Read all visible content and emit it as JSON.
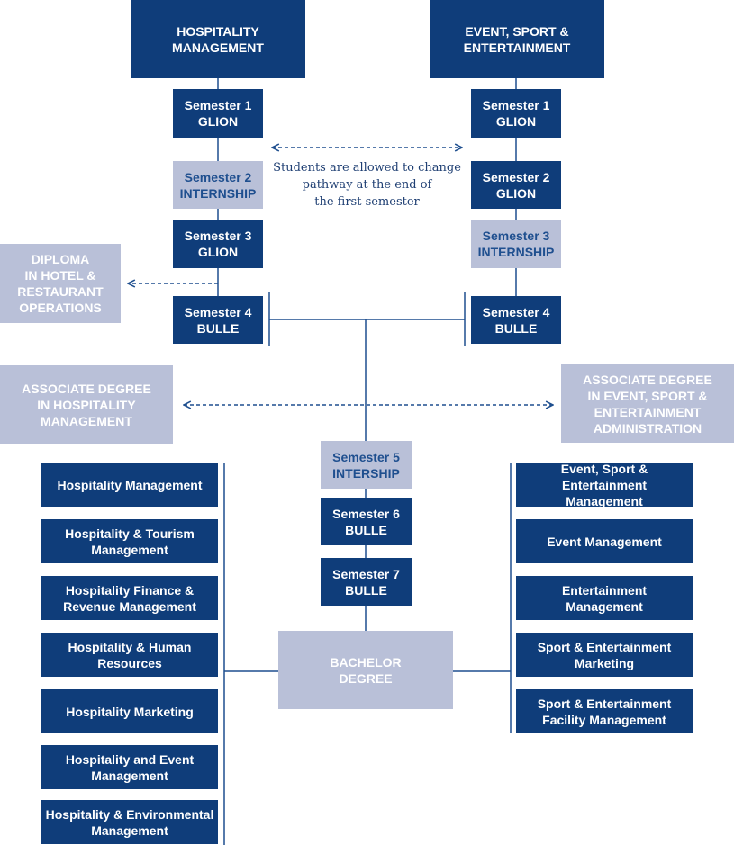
{
  "colors": {
    "dark_box": "#0f3d7a",
    "light_box": "#b9c0d8",
    "line": "#1f4f8f",
    "white": "#ffffff"
  },
  "pathways": {
    "hospitality": "HOSPITALITY\nMANAGEMENT",
    "event_sport": "EVENT, SPORT &\nENTERTAINMENT"
  },
  "hospitality_semesters": [
    {
      "label": "Semester 1\nGLION"
    },
    {
      "label": "Semester 2\nINTERNSHIP"
    },
    {
      "label": "Semester 3\nGLION"
    },
    {
      "label": "Semester 4\nBULLE"
    }
  ],
  "event_semesters": [
    {
      "label": "Semester 1\nGLION"
    },
    {
      "label": "Semester 2\nGLION"
    },
    {
      "label": "Semester 3\nINTERNSHIP"
    },
    {
      "label": "Semester 4\nBULLE"
    }
  ],
  "change_note": "Students are allowed to change\npathway at the end of\nthe first semester",
  "diploma": "DIPLOMA\nIN HOTEL &\nRESTAURANT\nOPERATIONS",
  "associate_left": "ASSOCIATE DEGREE\nIN HOSPITALITY\nMANAGEMENT",
  "associate_right": "ASSOCIATE DEGREE\nIN EVENT, SPORT &\nENTERTAINMENT\nADMINISTRATION",
  "common_semesters": [
    {
      "label": "Semester 5\nINTERSHIP"
    },
    {
      "label": "Semester 6\nBULLE"
    },
    {
      "label": "Semester 7\nBULLE"
    }
  ],
  "bachelor": "BACHELOR\nDEGREE",
  "left_majors": [
    "Hospitality Management",
    "Hospitality & Tourism\nManagement",
    "Hospitality Finance &\nRevenue Management",
    "Hospitality & Human\nResources",
    "Hospitality Marketing",
    "Hospitality and Event\nManagement",
    "Hospitality & Environmental\nManagement"
  ],
  "right_majors": [
    "Event, Sport & Entertainment\nManagement",
    "Event Management",
    "Entertainment\nManagement",
    "Sport & Entertainment\nMarketing",
    "Sport & Entertainment\nFacility Management"
  ]
}
